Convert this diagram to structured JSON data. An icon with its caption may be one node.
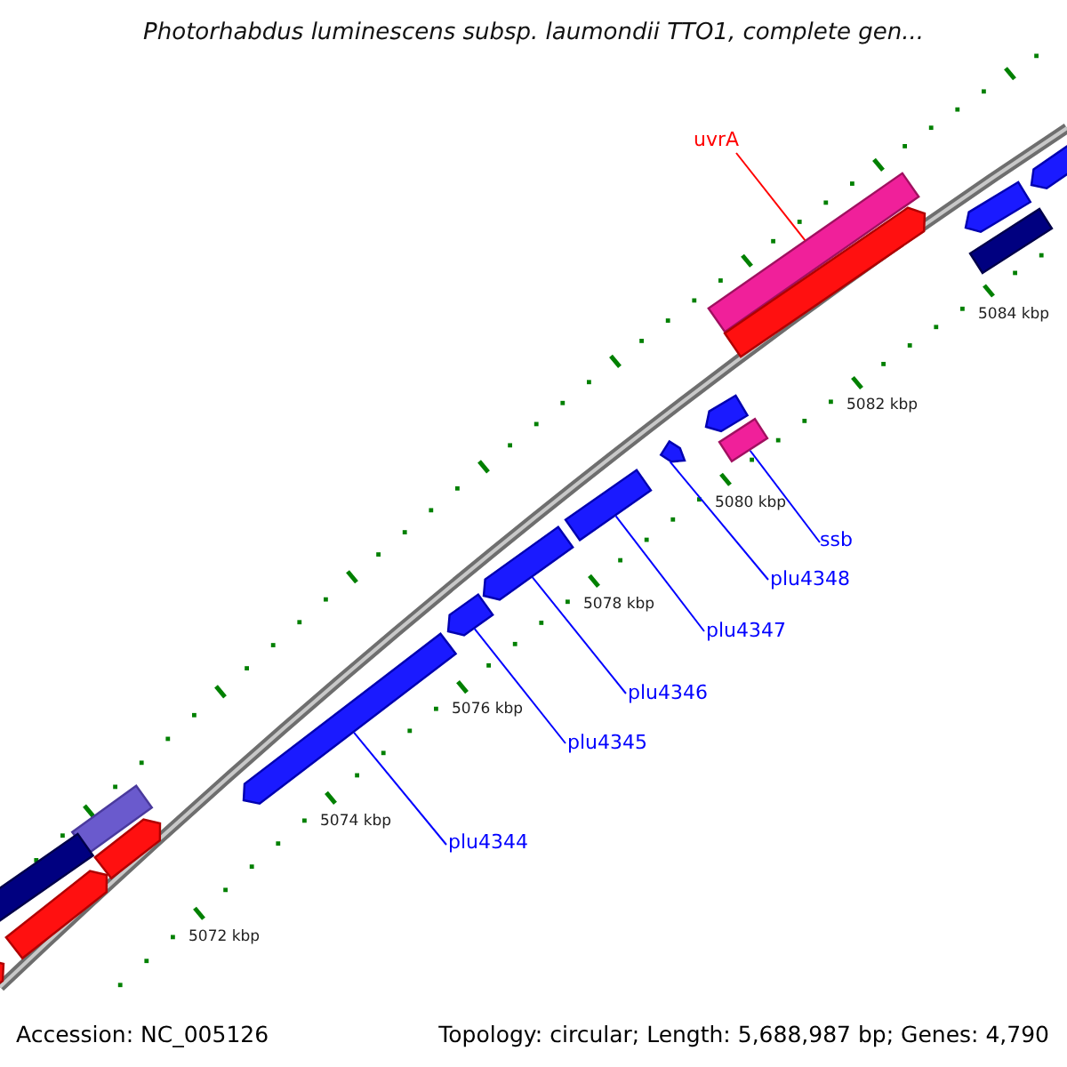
{
  "diagram": {
    "title": "Photorhabdus luminescens subsp. laumondii TTO1, complete gen...",
    "nodes": [
      {
        "text": [
          "uvrA"
        ]
      },
      {
        "text": [
          "ssb"
        ]
      },
      {
        "text": [
          "plu4348"
        ]
      },
      {
        "text": [
          "plu4347"
        ]
      },
      {
        "text": [
          "plu4346"
        ]
      },
      {
        "text": [
          "plu4345"
        ]
      },
      {
        "text": [
          "plu4344"
        ]
      },
      {
        "text": [],
        "shape": "bar"
      },
      {
        "text": [],
        "shape": "bar"
      },
      {
        "text": [],
        "shape": "bar"
      },
      {
        "text": [],
        "shape": "bar"
      },
      {
        "text": [],
        "shape": "bar"
      },
      {
        "text": [],
        "shape": "bar"
      },
      {
        "text": [],
        "shape": "bar"
      },
      {
        "text": [],
        "shape": "bar"
      },
      {
        "text": [],
        "shape": "bar"
      },
      {
        "text": [],
        "shape": "bar"
      },
      {
        "text": [],
        "shape": "bar"
      },
      {
        "text": [],
        "shape": "bar"
      },
      {
        "text": [],
        "shape": "bar"
      },
      {
        "text": [],
        "shape": "bar"
      },
      {
        "text": [],
        "shape": "bar"
      },
      {
        "text": [],
        "shape": "bar"
      },
      {
        "text": [],
        "shape": "bar"
      }
    ],
    "edges": [
      {
        "from": 0,
        "to": 10,
        "arrow": "none",
        "color": "#ff0000"
      },
      {
        "from": 1,
        "to": 13,
        "arrow": "none"
      },
      {
        "from": 2,
        "to": 14,
        "arrow": "none"
      },
      {
        "from": 3,
        "to": 15,
        "arrow": "none"
      },
      {
        "from": 4,
        "to": 16,
        "arrow": "none"
      },
      {
        "from": 5,
        "to": 17,
        "arrow": "none"
      },
      {
        "from": 6,
        "to": 18,
        "arrow": "none"
      }
    ],
    "labels": [
      "5084 kbp",
      "5082 kbp",
      "5080 kbp",
      "5078 kbp",
      "5076 kbp",
      "5074 kbp",
      "5072 kbp",
      "Accession: NC_005126",
      "Topology: circular; Length: 5,688,987 bp; Genes: 4,790"
    ]
  }
}
